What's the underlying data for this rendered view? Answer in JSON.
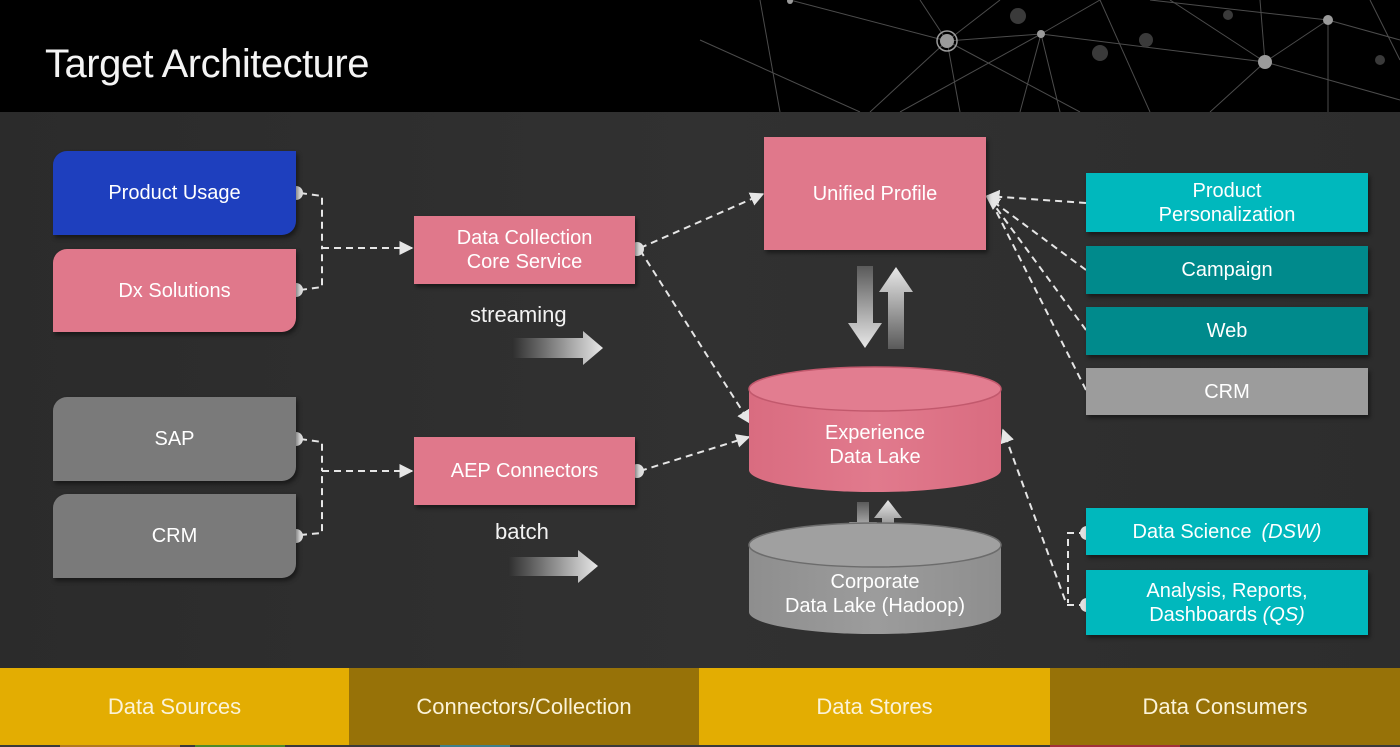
{
  "title": "Target Architecture",
  "colors": {
    "source_blue": "#1e3fbe",
    "pink": "#e0788b",
    "grey": "#7a7a7a",
    "teal": "#00b8bd",
    "dark_teal": "#008a8c",
    "band_light": "#e3ad02",
    "band_dark": "#977208"
  },
  "data_sources": [
    {
      "label": "Product Usage",
      "color": "blue"
    },
    {
      "label": "Dx Solutions",
      "color": "pink"
    },
    {
      "label": "SAP",
      "color": "grey"
    },
    {
      "label": "CRM",
      "color": "grey"
    }
  ],
  "connectors": [
    {
      "label_line1": "Data Collection",
      "label_line2": "Core Service",
      "mode": "streaming"
    },
    {
      "label_line1": "AEP Connectors",
      "label_line2": "",
      "mode": "batch"
    }
  ],
  "stores": {
    "unified_profile": "Unified Profile",
    "experience_lake_line1": "Experience",
    "experience_lake_line2": "Data Lake",
    "corporate_lake_line1": "Corporate",
    "corporate_lake_line2": "Data Lake (Hadoop)"
  },
  "consumers": [
    {
      "label_line1": "Product",
      "label_line2": "Personalization",
      "color": "teal"
    },
    {
      "label_line1": "Campaign",
      "label_line2": "",
      "color": "dark_teal"
    },
    {
      "label_line1": "Web",
      "label_line2": "",
      "color": "dark_teal"
    },
    {
      "label_line1": "CRM",
      "label_line2": "",
      "color": "grey"
    },
    {
      "label_main": "Data Science",
      "label_tag": "(DSW)",
      "color": "teal"
    },
    {
      "label_line1": "Analysis, Reports,",
      "label_main": "Dashboards",
      "label_tag": "(QS)",
      "color": "teal"
    }
  ],
  "footer_bands": [
    "Data Sources",
    "Connectors/Collection",
    "Data Stores",
    "Data Consumers"
  ]
}
